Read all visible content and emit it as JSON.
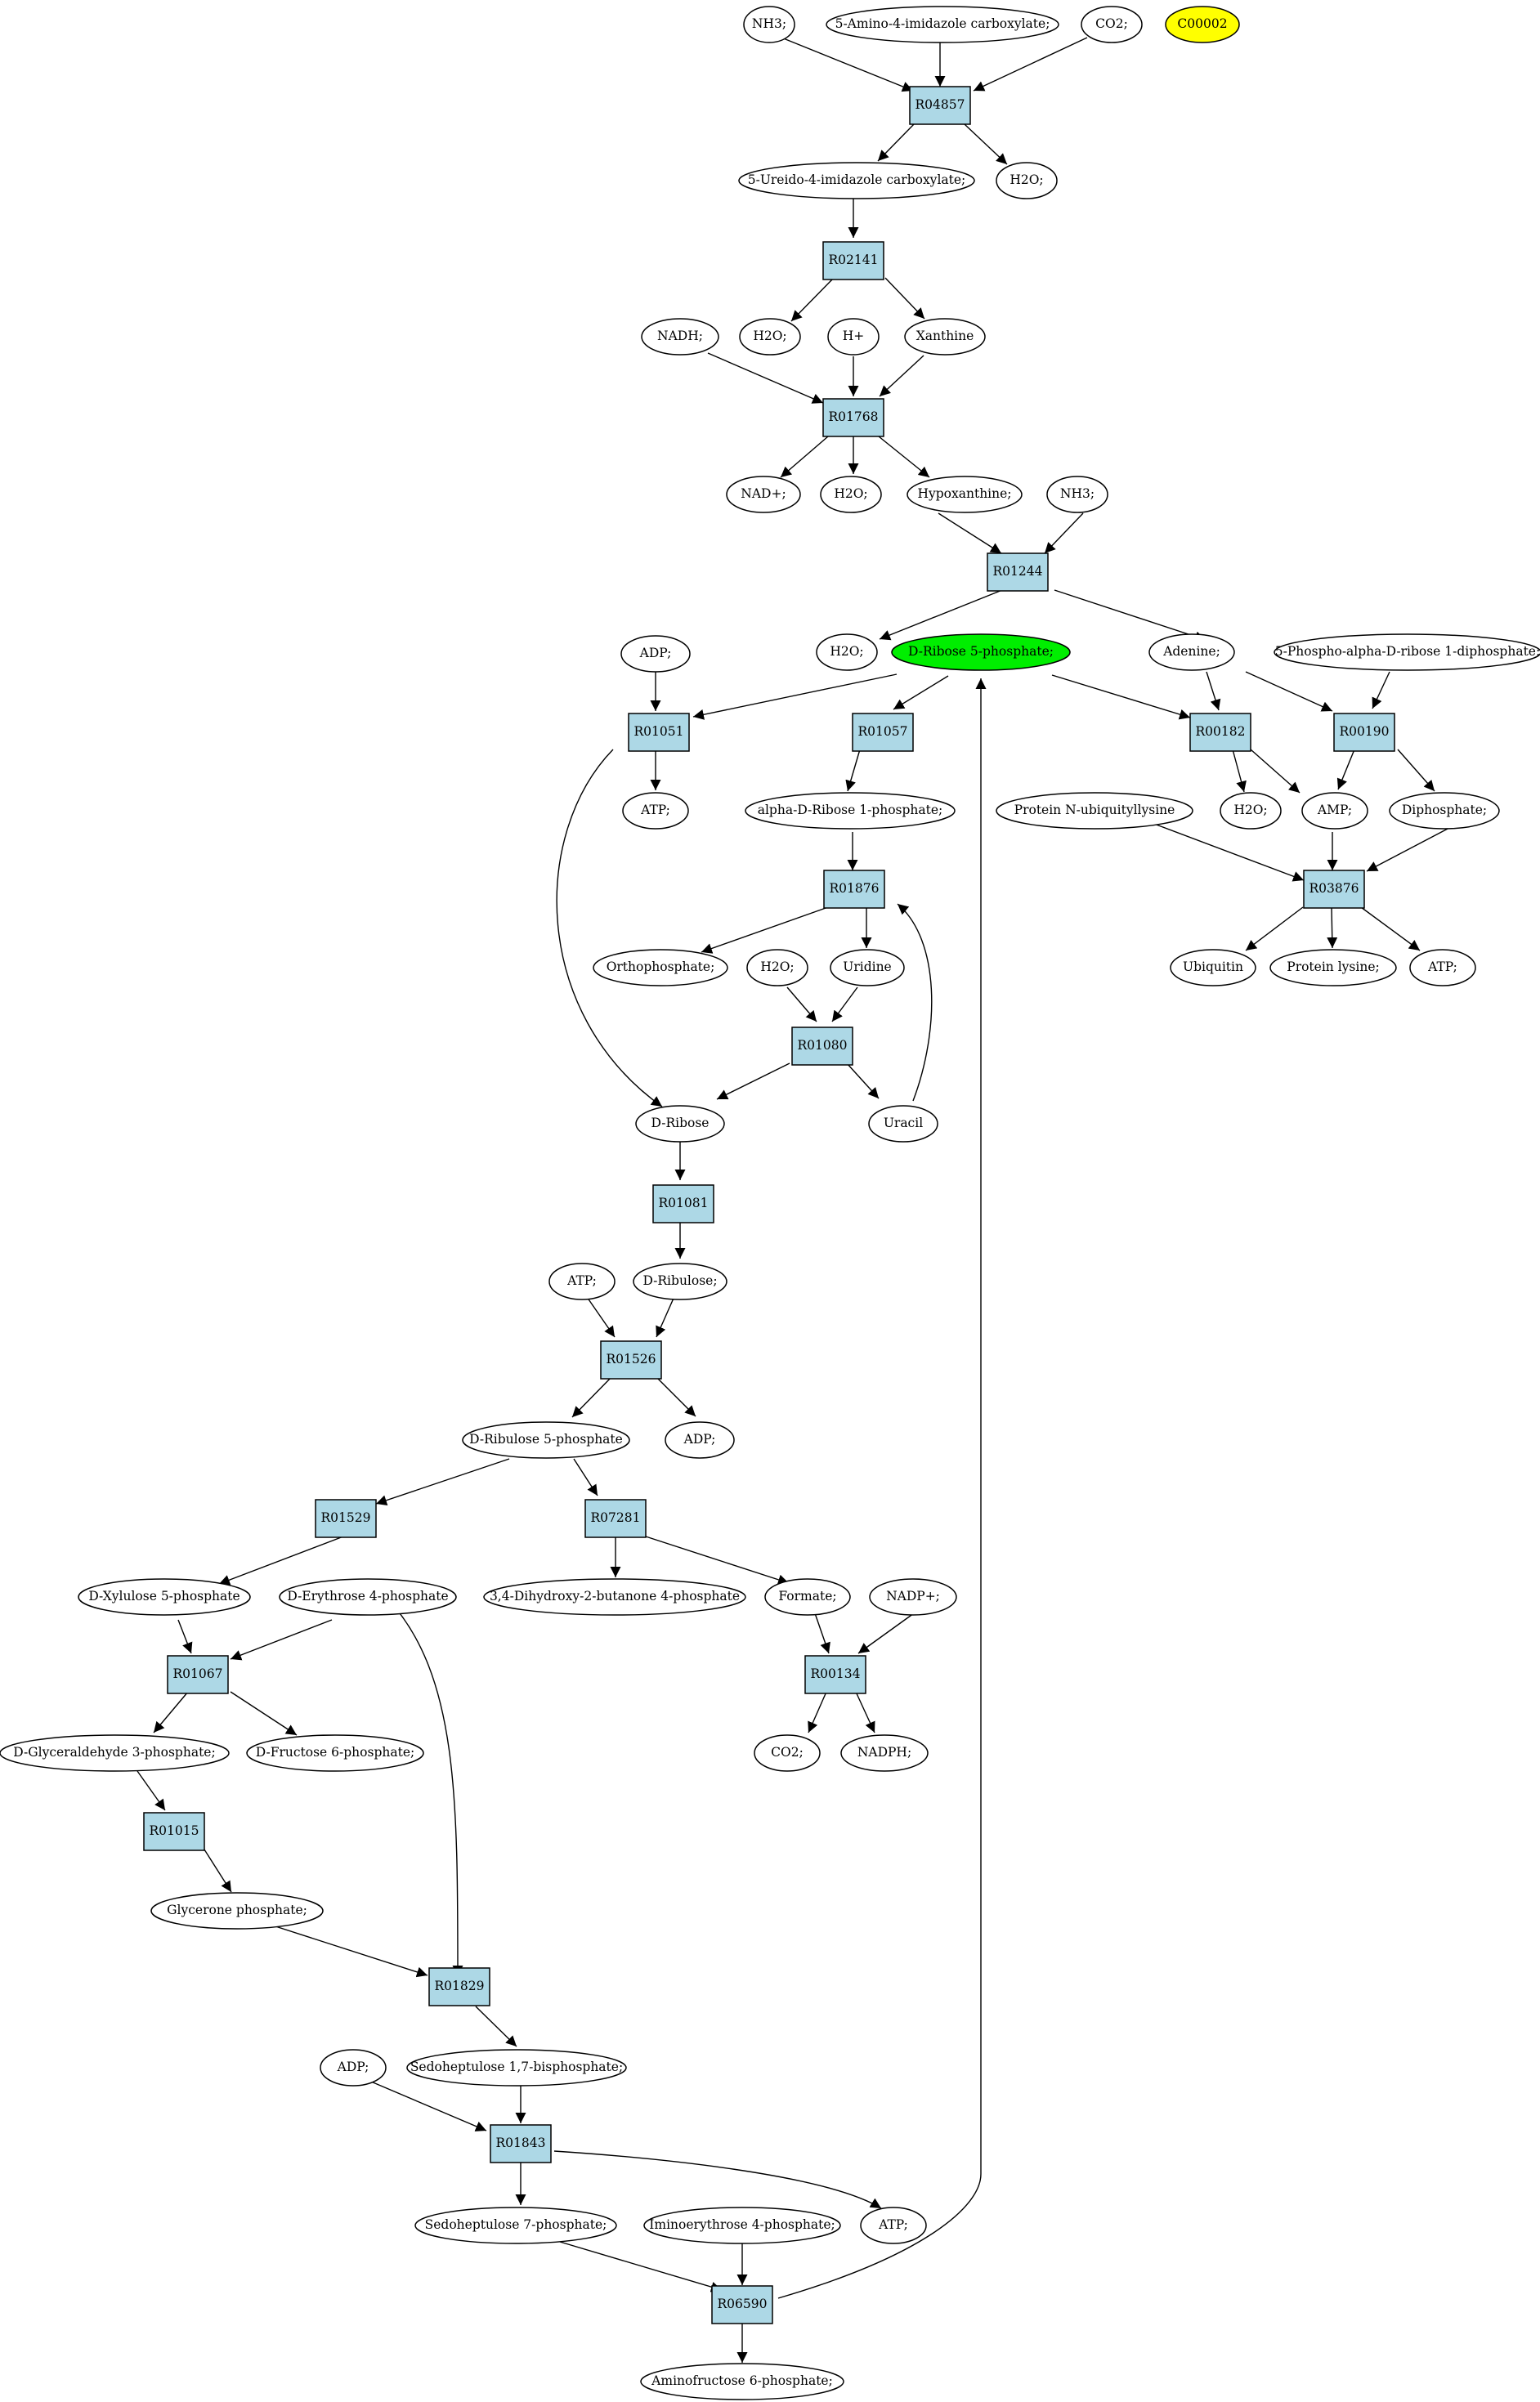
{
  "compounds": {
    "nh3_a": "NH3;",
    "aic": "5-Amino-4-imidazole carboxylate;",
    "co2_a": "CO2;",
    "c00002": "C00002",
    "uic": "5-Ureido-4-imidazole carboxylate;",
    "h2o_a": "H2O;",
    "nadh": "NADH;",
    "h2o_b": "H2O;",
    "hplus": "H+",
    "xanthine": "Xanthine",
    "nadplus": "NAD+;",
    "h2o_c": "H2O;",
    "hypoxanthine": "Hypoxanthine;",
    "nh3_b": "NH3;",
    "h2o_d": "H2O;",
    "r5p": "D-Ribose 5-phosphate;",
    "adenine": "Adenine;",
    "prpp": "5-Phospho-alpha-D-ribose 1-diphosphate;",
    "adp_a": "ADP;",
    "atp_a": "ATP;",
    "ar1p": "alpha-D-Ribose 1-phosphate;",
    "h2o_e": "H2O;",
    "amp": "AMP;",
    "diphosphate": "Diphosphate;",
    "pnul": "Protein N-ubiquityllysine",
    "orthophosphate": "Orthophosphate;",
    "h2o_f": "H2O;",
    "uridine": "Uridine",
    "ubiquitin": "Ubiquitin",
    "protein_lysine": "Protein lysine;",
    "atp_b": "ATP;",
    "dribose": "D-Ribose",
    "uracil": "Uracil",
    "atp_c": "ATP;",
    "dribulose": "D-Ribulose;",
    "dru5p": "D-Ribulose 5-phosphate",
    "adp_b": "ADP;",
    "xu5p": "D-Xylulose 5-phosphate",
    "e4p": "D-Erythrose 4-phosphate",
    "dhbp": "3,4-Dihydroxy-2-butanone 4-phosphate",
    "formate": "Formate;",
    "nadpplus": "NADP+;",
    "g3p": "D-Glyceraldehyde 3-phosphate;",
    "f6p": "D-Fructose 6-phosphate;",
    "co2_b": "CO2;",
    "nadph": "NADPH;",
    "dhap": "Glycerone phosphate;",
    "s17bp": "Sedoheptulose 1,7-bisphosphate;",
    "adp_c": "ADP;",
    "s7p": "Sedoheptulose 7-phosphate;",
    "ie4p": "Iminoerythrose 4-phosphate;",
    "atp_d": "ATP;",
    "af6p": "Aminofructose 6-phosphate;"
  },
  "reactions": {
    "r04857": "R04857",
    "r02141": "R02141",
    "r01768": "R01768",
    "r01244": "R01244",
    "r01051": "R01051",
    "r01057": "R01057",
    "r00182": "R00182",
    "r00190": "R00190",
    "r01876": "R01876",
    "r03876": "R03876",
    "r01080": "R01080",
    "r01081": "R01081",
    "r01526": "R01526",
    "r01529": "R01529",
    "r07281": "R07281",
    "r01067": "R01067",
    "r00134": "R00134",
    "r01015": "R01015",
    "r01829": "R01829",
    "r01843": "R01843",
    "r06590": "R06590"
  },
  "colors": {
    "reaction_fill": "#add8e6",
    "compound_fill": "#ffffff",
    "highlight_green": "#00ee00",
    "highlight_yellow": "#ffff00"
  }
}
